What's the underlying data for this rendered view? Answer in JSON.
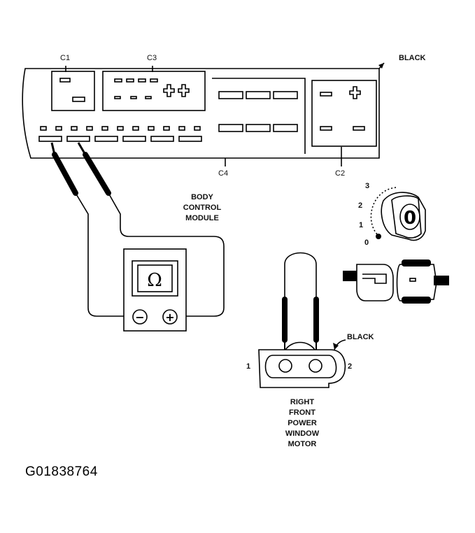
{
  "figure_id": "G01838764",
  "module": {
    "color_label": "BLACK",
    "connectors": {
      "c1": "C1",
      "c2": "C2",
      "c3": "C3",
      "c4": "C4"
    },
    "name_lines": [
      "BODY",
      "CONTROL",
      "MODULE"
    ]
  },
  "meter": {
    "function_symbol": "Ω",
    "negative_symbol": "−",
    "positive_symbol": "+"
  },
  "ignition": {
    "positions": [
      "3",
      "2",
      "1",
      "0"
    ],
    "key_symbol": "0"
  },
  "motor": {
    "color_label": "BLACK",
    "pin_1": "1",
    "pin_2": "2",
    "name_lines": [
      "RIGHT",
      "FRONT",
      "POWER",
      "WINDOW",
      "MOTOR"
    ]
  }
}
